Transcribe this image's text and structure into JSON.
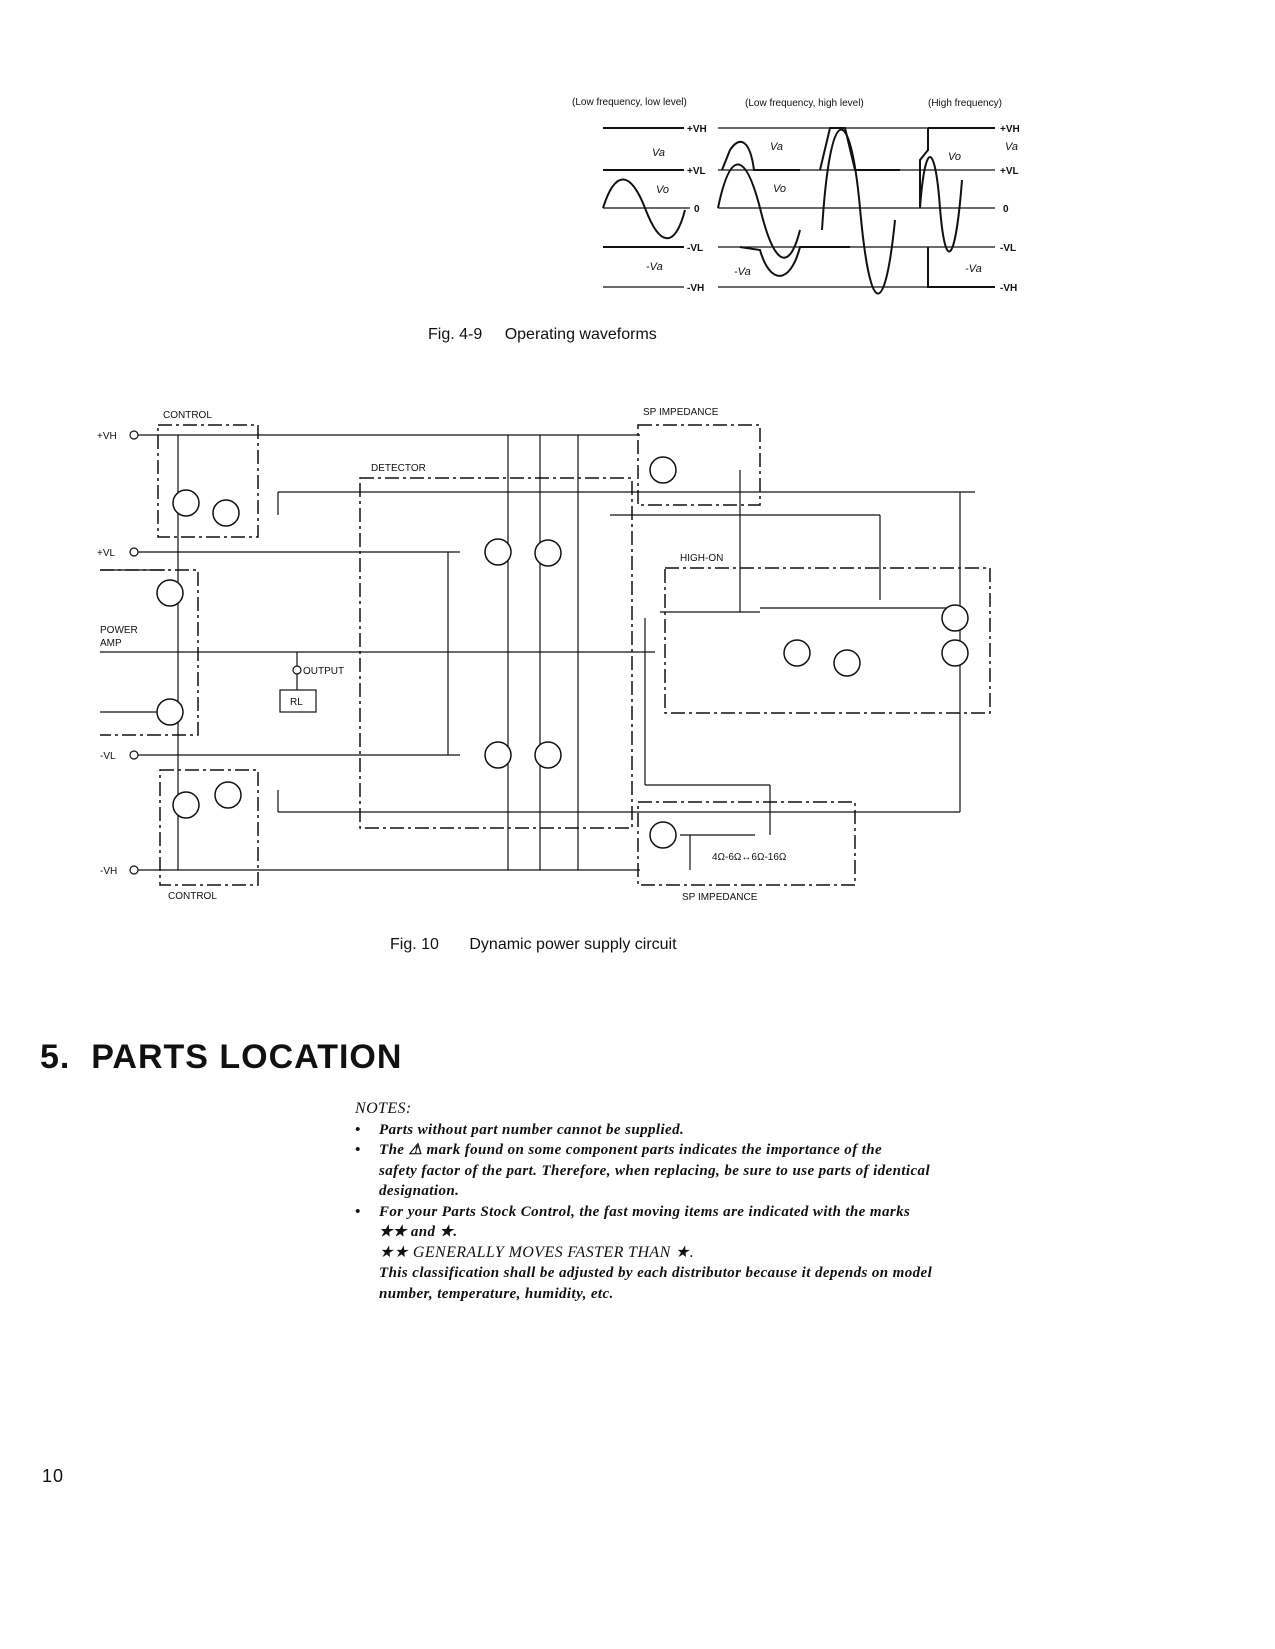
{
  "fig49": {
    "panel_titles": [
      "(Low frequency, low level)",
      "(Low frequency, high level)",
      "(High frequency)"
    ],
    "levels": [
      "+VH",
      "+VL",
      "0",
      "-VL",
      "-VH"
    ],
    "signal_labels": {
      "va": "Va",
      "vo": "Vo",
      "neg_va": "-Va"
    },
    "caption_num": "Fig. 4-9",
    "caption_text": "Operating waveforms"
  },
  "fig10": {
    "labels": {
      "control_top": "CONTROL",
      "control_bottom": "CONTROL",
      "sp_top": "SP IMPEDANCE",
      "sp_bottom": "SP IMPEDANCE",
      "detector": "DETECTOR",
      "high_on": "HIGH-ON",
      "vh_pos": "+VH",
      "vl_pos": "+VL",
      "vl_neg": "-VL",
      "vh_neg": "-VH",
      "power_amp_1": "POWER",
      "power_amp_2": "AMP",
      "output": "OUTPUT",
      "rl": "RL",
      "impedance_switch": "4Ω-6Ω↔6Ω-16Ω"
    },
    "caption_num": "Fig. 10",
    "caption_text": "Dynamic power supply circuit"
  },
  "section": {
    "title": "5.  PARTS LOCATION"
  },
  "notes": {
    "heading": "NOTES:",
    "bullet": "•",
    "items": [
      [
        "Parts without part number cannot be supplied."
      ],
      [
        "The ⚠ mark found on some component parts indicates the importance of the",
        "safety factor of the part. Therefore, when replacing, be sure to use parts of identical",
        "designation."
      ],
      [
        "For your Parts Stock Control, the fast moving items are indicated with the marks",
        "★★ and ★.",
        "★★  GENERALLY MOVES FASTER THAN ★.",
        "This classification shall be adjusted by each distributor because it depends on model",
        "number, temperature, humidity, etc."
      ]
    ]
  },
  "page_number": "10"
}
